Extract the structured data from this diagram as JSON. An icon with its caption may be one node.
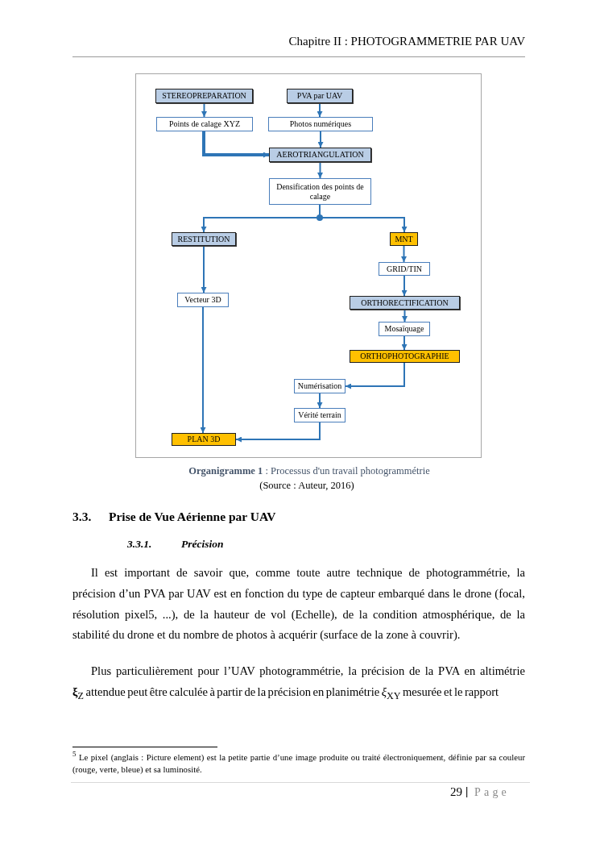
{
  "diagram": {
    "caption": "**Organigramme 1** : Processus d'un travail photogrammétrie",
    "nodes": [
      {
        "text": [
          "STEREOPREPARATION"
        ]
      },
      {
        "text": [
          "PVA par UAV"
        ]
      },
      {
        "text": [
          "Points de calage XYZ"
        ]
      },
      {
        "text": [
          "Photos numériques"
        ]
      },
      {
        "text": [
          "AEROTRIANGULATION"
        ]
      },
      {
        "text": [
          "Densification des points de calage"
        ]
      },
      {
        "text": [
          "RESTITUTION"
        ]
      },
      {
        "text": [
          "MNT"
        ]
      },
      {
        "text": [
          "GRID/TIN"
        ]
      },
      {
        "text": [
          "Vecteur 3D"
        ]
      },
      {
        "text": [
          "ORTHORECTIFICATION"
        ]
      },
      {
        "text": [
          "Mosaïquage"
        ]
      },
      {
        "text": [
          "ORTHOPHOTOGRAPHIE"
        ]
      },
      {
        "text": [
          "Numérisation"
        ]
      },
      {
        "text": [
          "Vérité terrain"
        ]
      },
      {
        "text": [
          "PLAN 3D"
        ]
      }
    ],
    "edges": [
      {
        "from": 0,
        "to": 2,
        "arrow": "to"
      },
      {
        "from": 1,
        "to": 3,
        "arrow": "to"
      },
      {
        "from": 2,
        "to": 4,
        "arrow": "to",
        "style": "thick"
      },
      {
        "from": 3,
        "to": 4,
        "arrow": "to"
      },
      {
        "from": 4,
        "to": 5,
        "arrow": "to"
      },
      {
        "from": 5,
        "to": 6,
        "arrow": "to"
      },
      {
        "from": 5,
        "to": 7,
        "arrow": "to"
      },
      {
        "from": 6,
        "to": 9,
        "arrow": "to"
      },
      {
        "from": 7,
        "to": 8,
        "arrow": "to"
      },
      {
        "from": 8,
        "to": 10,
        "arrow": "to"
      },
      {
        "from": 9,
        "to": 15,
        "arrow": "to"
      },
      {
        "from": 10,
        "to": 11,
        "arrow": "to"
      },
      {
        "from": 11,
        "to": 12,
        "arrow": "to"
      },
      {
        "from": 12,
        "to": 13,
        "arrow": "to"
      },
      {
        "from": 13,
        "to": 14,
        "arrow": "to"
      },
      {
        "from": 14,
        "to": 15,
        "arrow": "to"
      }
    ],
    "labels": [
      "Chapitre II : PHOTOGRAMMETRIE PAR UAV",
      "(Source : Auteur, 2016)",
      "3.3.",
      "Prise de Vue Aérienne par UAV",
      "3.3.1.",
      "Précision",
      "Il est important de savoir que, comme toute autre technique de photogrammétrie, la précision d’un PVA par UAV est en fonction du type de capteur embarqué dans le drone (focal, résolution pixel5, ...), de la hauteur de vol (Echelle), de la condition atmosphérique, de la stabilité du drone et du nombre de photos à acquérir (surface de la zone à couvrir).",
      "Plus particulièrement pour l’UAV photogrammétrie, la précision de la PVA en altimétrie **ξ**$_{Z}$ attendue peut être calculée à partir de la précision en planimétrie *ξ*$_{XY}$ mesurée et le rapport",
      "$^{5}$ Le pixel (anglais : Picture element) est la petite partie d’une image produite ou traité électroniquement, définie par sa couleur (rouge, verte, bleue) et sa luminosité.",
      "29",
      "|",
      "Page"
    ]
  }
}
